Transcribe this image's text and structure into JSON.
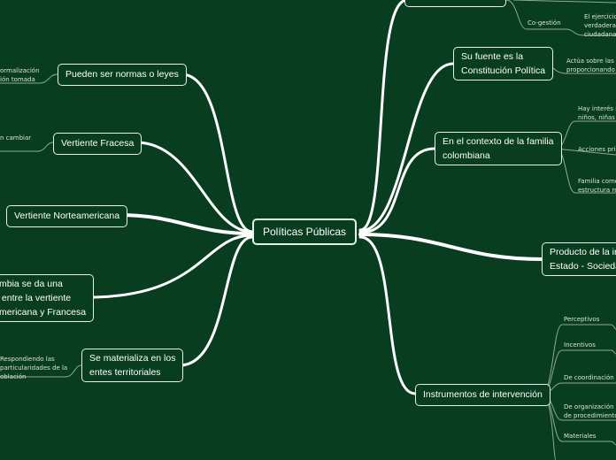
{
  "colors": {
    "background": "#083d20",
    "line": "#ffffff",
    "leaf_line": "#8fa98f"
  },
  "center": "Políticas Públicas",
  "left": {
    "normas": {
      "label": "Pueden ser normas o leyes",
      "leaf": "ormalización\nión tomada"
    },
    "francesa": {
      "label": "Vertiente Fracesa",
      "leaf": "n cambiar"
    },
    "norteamericana": {
      "label": "Vertiente Norteamericana"
    },
    "colombia": {
      "label": "mbia se da una\n entre la vertiente\nmericana y Francesa"
    },
    "entes": {
      "label": "Se materializa en los\nentes territoriales",
      "leaf": "Respondiendo las\nparticularidades de la\noblación"
    }
  },
  "right": {
    "top": {
      "label": "",
      "child": "Co-gestión",
      "leaf": "El ejercicio\nverdadera\nciudadana"
    },
    "fuente": {
      "label": "Su fuente es la\nConstitución Política",
      "leaf": "Actúa sobre las p\nproporcionando b"
    },
    "familia": {
      "label": "En el contexto de la familia\ncolombiana",
      "leaves": [
        "Hay interés s\nniños, niñas y",
        "Acciones prio",
        "Familia como\nestructura re"
      ]
    },
    "producto": {
      "label": "Producto de la in\nEstado - Socieda"
    },
    "instrumentos": {
      "label": "Instrumentos de intervención",
      "leaves": [
        "Perceptivos",
        "Incentivos",
        "De coordinación",
        "De organización y\nde procedimientos",
        "Materiales"
      ]
    }
  }
}
